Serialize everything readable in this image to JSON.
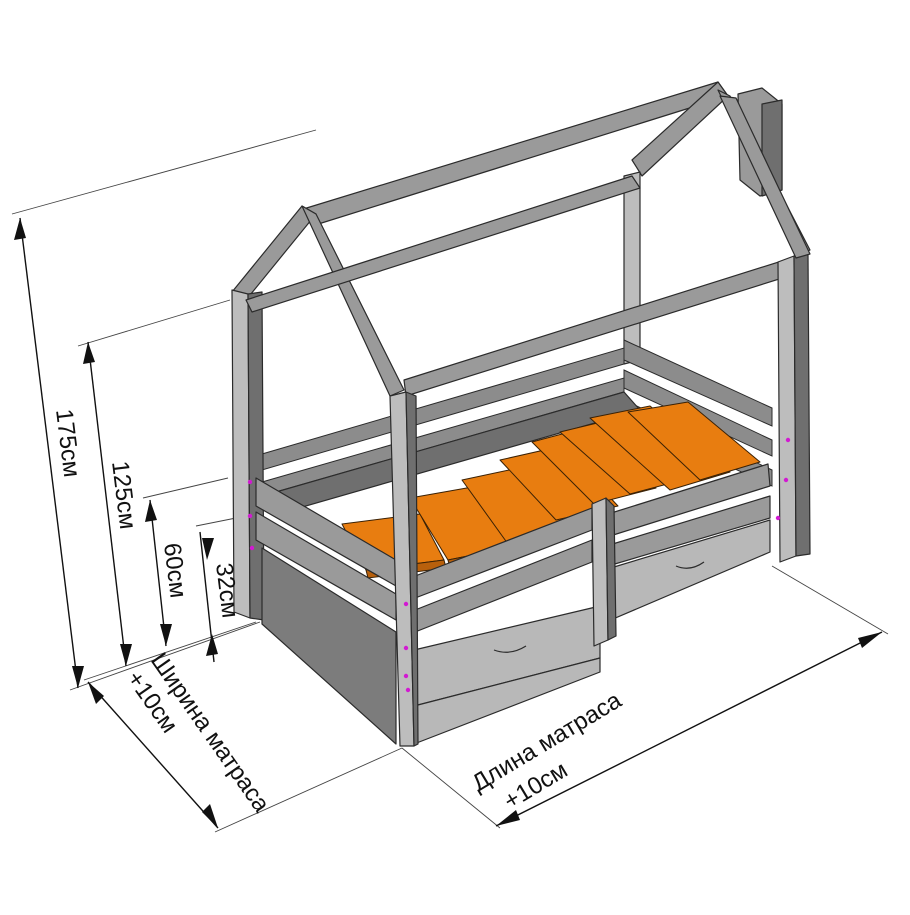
{
  "dimensions": {
    "total_height": "175см",
    "frame_height": "125см",
    "side_height": "60см",
    "base_height": "32см",
    "width_label": "Ширина матраса",
    "width_extra": "+10см",
    "length_label": "Длина матраса",
    "length_extra": "+10см"
  },
  "colors": {
    "frame": "#9a9a9a",
    "slats": "#e87d10",
    "marker_dots": "#d21ad2",
    "lines": "#111111"
  }
}
